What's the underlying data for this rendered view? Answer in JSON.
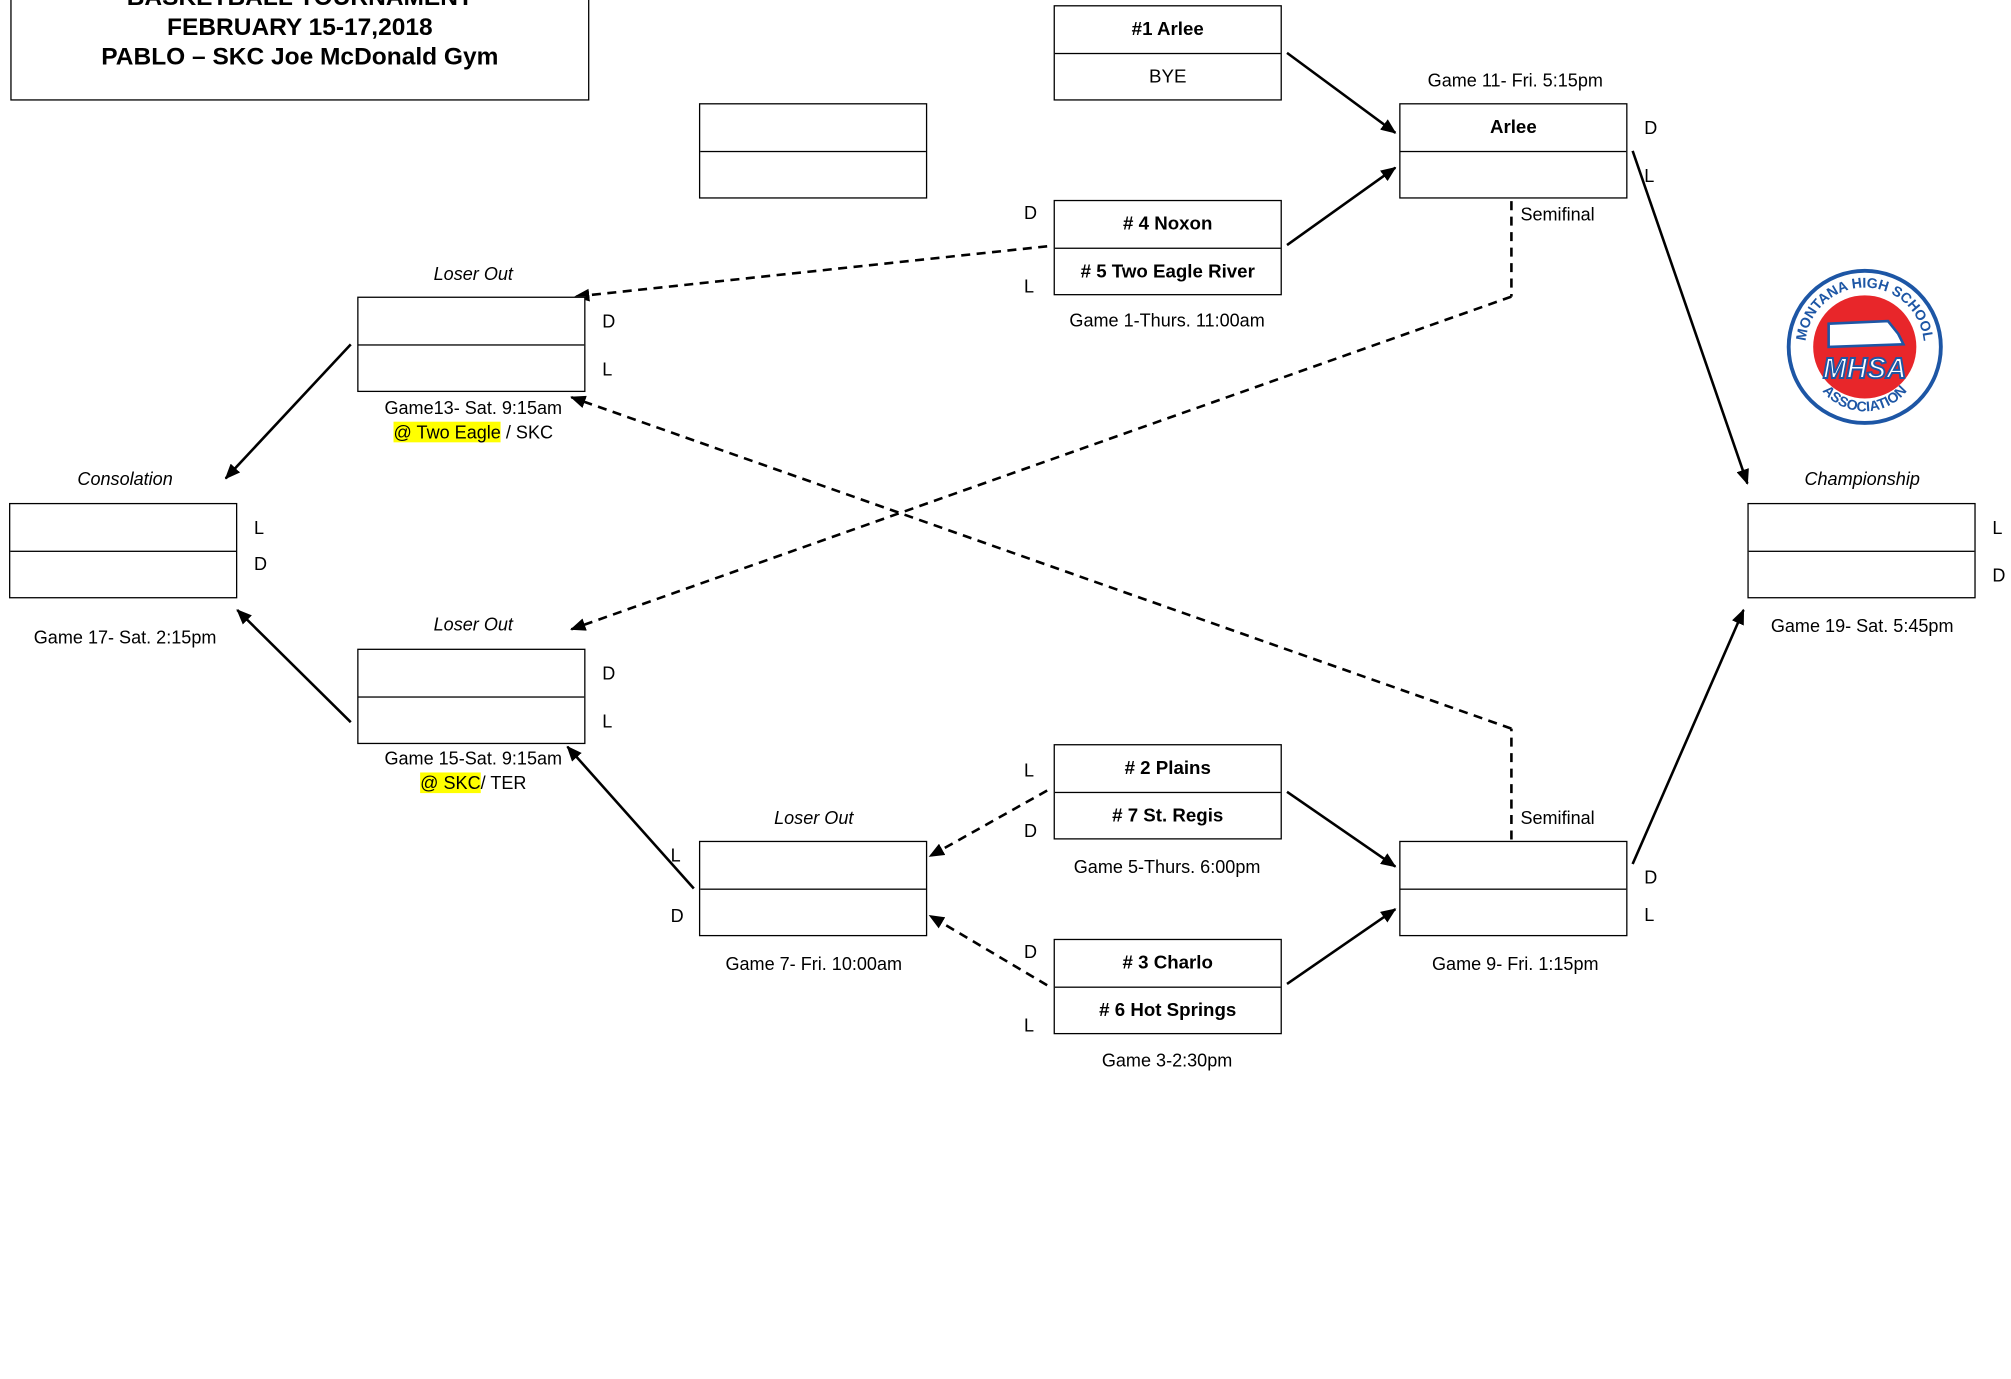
{
  "header": {
    "line1": "BASKETBALL TOURNAMENT",
    "line2": "FEBRUARY 15-17,2018",
    "line3": "PABLO – SKC Joe McDonald Gym"
  },
  "logo": {
    "top_text": "MONTANA HIGH SCHOOL",
    "bottom_text": "ASSOCIATION",
    "center_text": "MHSA",
    "colors": {
      "red": "#e8262a",
      "blue": "#1d56a5"
    }
  },
  "games": {
    "g_arlee_bye": {
      "team1": "#1 Arlee",
      "team2": "BYE"
    },
    "g1": {
      "team1": "# 4 Noxon",
      "team2": "# 5 Two Eagle River",
      "caption": "Game 1-Thurs. 11:00am"
    },
    "g5": {
      "team1": "# 2 Plains",
      "team2": "# 7 St. Regis",
      "caption": "Game 5-Thurs. 6:00pm"
    },
    "g3": {
      "team1": "# 3 Charlo",
      "team2": "# 6 Hot Springs",
      "caption": "Game 3-2:30pm"
    },
    "g11": {
      "team1": "Arlee",
      "team2": "",
      "caption": "Game 11- Fri. 5:15pm",
      "note": "Semifinal"
    },
    "g9": {
      "team1": "",
      "team2": "",
      "caption": "Game 9-  Fri. 1:15pm",
      "note": "Semifinal"
    },
    "g13": {
      "team1": "",
      "team2": "",
      "label": "Loser Out",
      "caption": "Game13- Sat. 9:15am",
      "venue_hl": "@ Two Eagle",
      "venue_rest": " / SKC"
    },
    "g15": {
      "team1": "",
      "team2": "",
      "label": "Loser Out",
      "caption": "Game 15-Sat.  9:15am",
      "venue_hl": "@ SKC",
      "venue_rest": "/  TER"
    },
    "g7": {
      "team1": "",
      "team2": "",
      "label": "Loser Out",
      "caption": "Game 7- Fri. 10:00am"
    },
    "g17": {
      "team1": "",
      "team2": "",
      "label": "Consolation",
      "caption": "Game 17- Sat.  2:15pm"
    },
    "g19": {
      "team1": "",
      "team2": "",
      "label": "Championship",
      "caption": "Game 19-  Sat. 5:45pm"
    },
    "empty_box": {
      "team1": "",
      "team2": ""
    }
  },
  "marks": {
    "d": "D",
    "l": "L"
  }
}
